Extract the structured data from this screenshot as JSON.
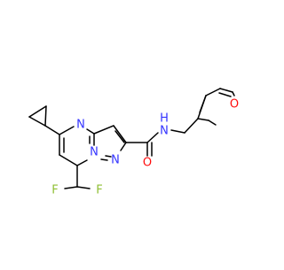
{
  "molecule": {
    "atoms": {
      "n_pyrimidine": "N",
      "n_bridge": "N",
      "n_pyrazole": "N",
      "n_amide": "N",
      "h_amide": "H",
      "o_carbonyl": "O",
      "o_furan": "O",
      "f_upper": "F",
      "f_lower": "F"
    },
    "colors": {
      "nitrogen": "#3333ff",
      "oxygen": "#ff0d0d",
      "fluorine": "#8fbf33",
      "carbon": "#000000"
    }
  }
}
